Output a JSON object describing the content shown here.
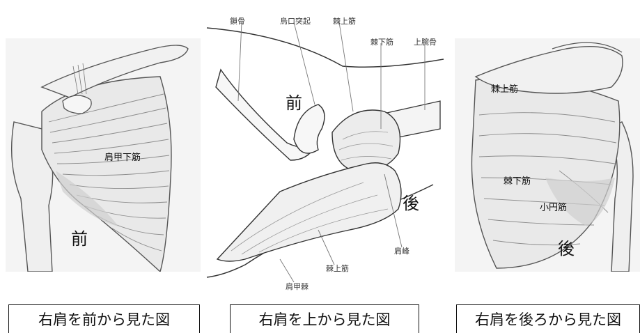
{
  "panels": {
    "front": {
      "labels": {
        "muscle": "肩甲下筋",
        "direction": "前"
      },
      "caption": "右肩を前から見た図"
    },
    "top": {
      "labels": {
        "clavicle": "鎖骨",
        "coracoid": "烏口突起",
        "supraspinatus_top": "棘上筋",
        "infraspinatus": "棘下筋",
        "humerus": "上腕骨",
        "acromion": "肩峰",
        "supraspinatus_bottom": "棘上筋",
        "scapular_spine": "肩甲棘",
        "front": "前",
        "back": "後"
      },
      "caption": "右肩を上から見た図"
    },
    "back": {
      "labels": {
        "supraspinatus": "棘上筋",
        "infraspinatus": "棘下筋",
        "teres_minor": "小円筋",
        "direction": "後"
      },
      "caption": "右肩を後ろから見た図"
    }
  }
}
